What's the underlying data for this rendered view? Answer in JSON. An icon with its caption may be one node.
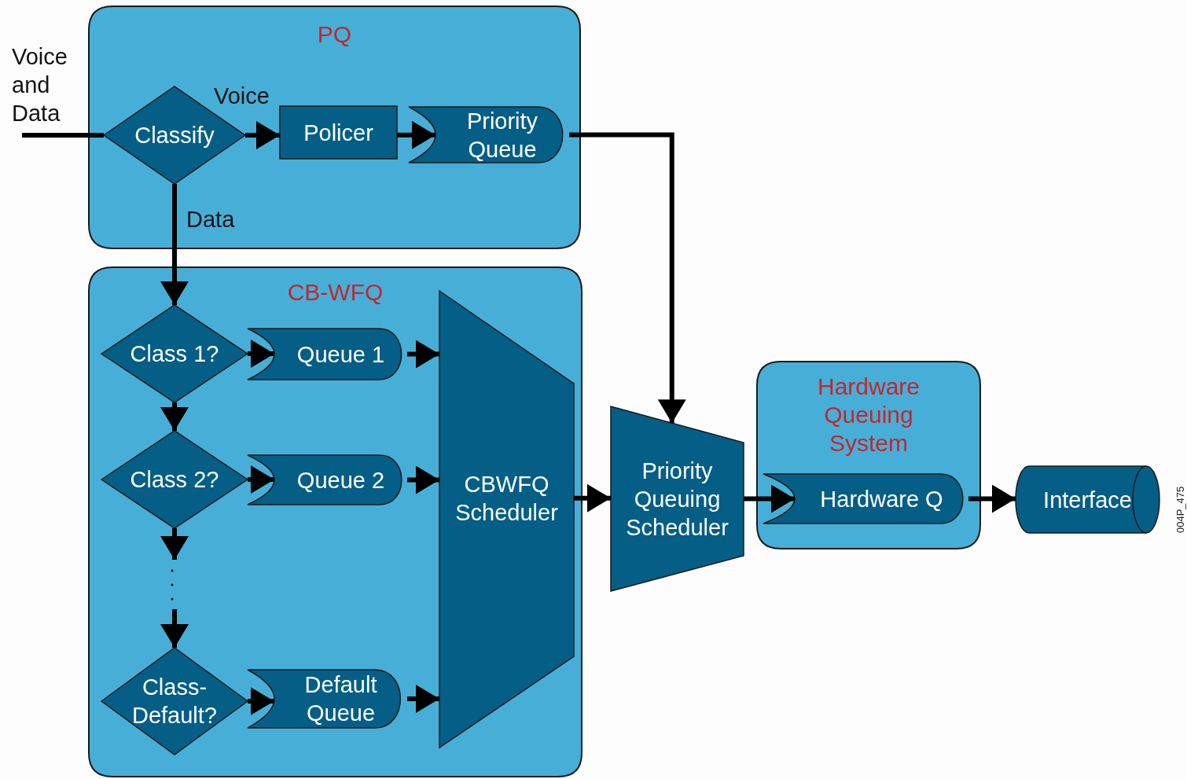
{
  "diagram": {
    "nodes": [
      {
        "text": [
          "PQ"
        ]
      },
      {
        "text": [
          "Classify"
        ],
        "in": 0
      },
      {
        "text": [
          "Policer"
        ],
        "in": 0
      },
      {
        "text": [
          "Priority Queue"
        ],
        "in": 0
      },
      {
        "text": [
          "CB-WFQ"
        ]
      },
      {
        "text": [
          "Class 1?"
        ],
        "in": 4
      },
      {
        "text": [
          "Queue 1"
        ],
        "in": 4
      },
      {
        "text": [
          "Class 2?"
        ],
        "in": 4
      },
      {
        "text": [
          "Queue 2"
        ],
        "in": 4
      },
      {
        "text": [
          "Class-Default?"
        ],
        "in": 4
      },
      {
        "text": [
          "Default Queue"
        ],
        "in": 4
      },
      {
        "text": [
          "CBWFQ Scheduler"
        ],
        "in": 4
      },
      {
        "text": [
          "Priority Queuing Scheduler"
        ]
      },
      {
        "text": [
          "Hardware Queuing System"
        ]
      },
      {
        "text": [
          "Hardware Q"
        ],
        "in": 13
      },
      {
        "text": [
          "Interface"
        ]
      }
    ],
    "edges": [
      {
        "from": null,
        "to": 1,
        "arrow": "none",
        "label": "Voice and Data"
      },
      {
        "from": 1,
        "to": 2,
        "arrow": "to",
        "label": "Voice"
      },
      {
        "from": 2,
        "to": 3,
        "arrow": "to"
      },
      {
        "from": 3,
        "to": 12,
        "arrow": "to"
      },
      {
        "from": 1,
        "to": 5,
        "arrow": "to",
        "label": "Data"
      },
      {
        "from": 5,
        "to": 6,
        "arrow": "to"
      },
      {
        "from": 5,
        "to": 7,
        "arrow": "to"
      },
      {
        "from": 6,
        "to": 11,
        "arrow": "to"
      },
      {
        "from": 7,
        "to": 8,
        "arrow": "to"
      },
      {
        "from": 8,
        "to": 11,
        "arrow": "to"
      },
      {
        "from": 7,
        "to": null,
        "arrow": "to"
      },
      {
        "from": null,
        "to": 9,
        "arrow": "to"
      },
      {
        "from": 9,
        "to": 10,
        "arrow": "to"
      },
      {
        "from": 10,
        "to": 11,
        "arrow": "to"
      },
      {
        "from": 11,
        "to": 12,
        "arrow": "to"
      },
      {
        "from": 12,
        "to": 14,
        "arrow": "to"
      },
      {
        "from": 14,
        "to": 15,
        "arrow": "to"
      }
    ],
    "labels": [
      "004P_475"
    ]
  }
}
